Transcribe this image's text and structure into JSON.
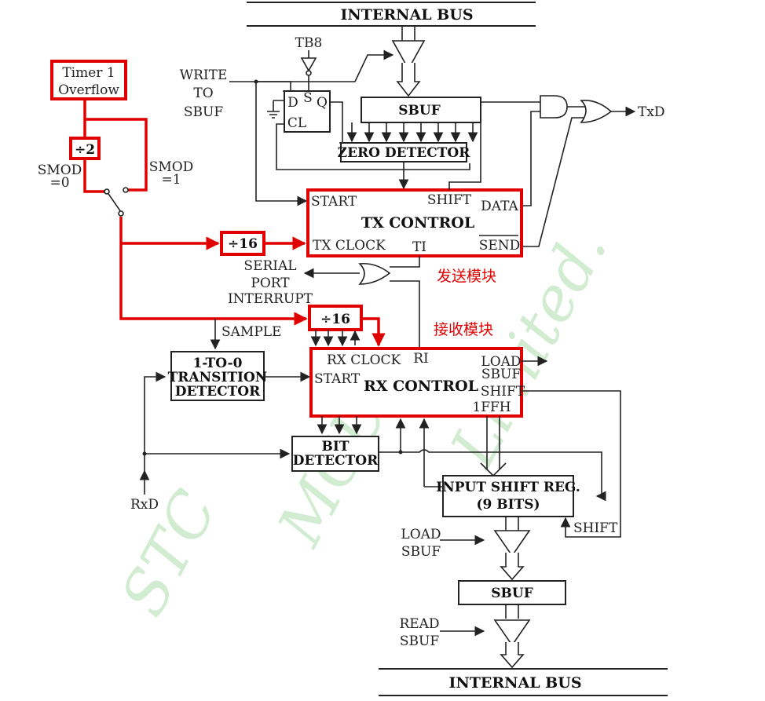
{
  "labels": {
    "internal_bus_top": "INTERNAL BUS",
    "internal_bus_bottom": "INTERNAL BUS",
    "tb8": "TB8",
    "write_1": "WRITE",
    "write_2": "TO",
    "write_3": "SBUF",
    "sbuf_top": "SBUF",
    "zero_detector": "ZERO DETECTOR",
    "ff_d": "D",
    "ff_s": "S",
    "ff_q": "Q",
    "ff_cl": "CL",
    "txd": "TxD",
    "timer1_1": "Timer 1",
    "timer1_2": "Overflow",
    "div2": "÷2",
    "smod0_1": "SMOD",
    "smod0_2": "=0",
    "smod1_1": "SMOD",
    "smod1_2": "=1",
    "div16_tx": "÷16",
    "div16_rx": "÷16",
    "tx_start": "START",
    "tx_shift": "SHIFT",
    "tx_control": "TX CONTROL",
    "tx_data": "DATA",
    "tx_clock": "TX CLOCK",
    "tx_ti": "TI",
    "tx_send": "SEND",
    "serial_1": "SERIAL",
    "serial_2": "PORT",
    "serial_3": "INTERRUPT",
    "cn_send": "发送模块",
    "cn_recv": "接收模块",
    "sample": "SAMPLE",
    "trans_1": "1-TO-0",
    "trans_2": "TRANSITION",
    "trans_3": "DETECTOR",
    "rx_clock": "RX CLOCK",
    "rx_ri": "RI",
    "rx_start": "START",
    "rx_control": "RX CONTROL",
    "rx_load_1": "LOAD",
    "rx_load_2": "SBUF",
    "rx_shift": "SHIFT",
    "rx_1ffh": "1FFH",
    "bit_1": "BIT",
    "bit_2": "DETECTOR",
    "rxd": "RxD",
    "isr_1": "INPUT SHIFT REG.",
    "isr_2": "(9 BITS)",
    "isr_shift": "SHIFT",
    "load_1": "LOAD",
    "load_2": "SBUF",
    "sbuf_bottom": "SBUF",
    "read_1": "READ",
    "read_2": "SBUF"
  },
  "watermark": [
    "STC",
    "MCU",
    "Limited."
  ],
  "colors": {
    "highlight": "#e00000",
    "watermark": "#9bd69b",
    "line": "#222222"
  }
}
